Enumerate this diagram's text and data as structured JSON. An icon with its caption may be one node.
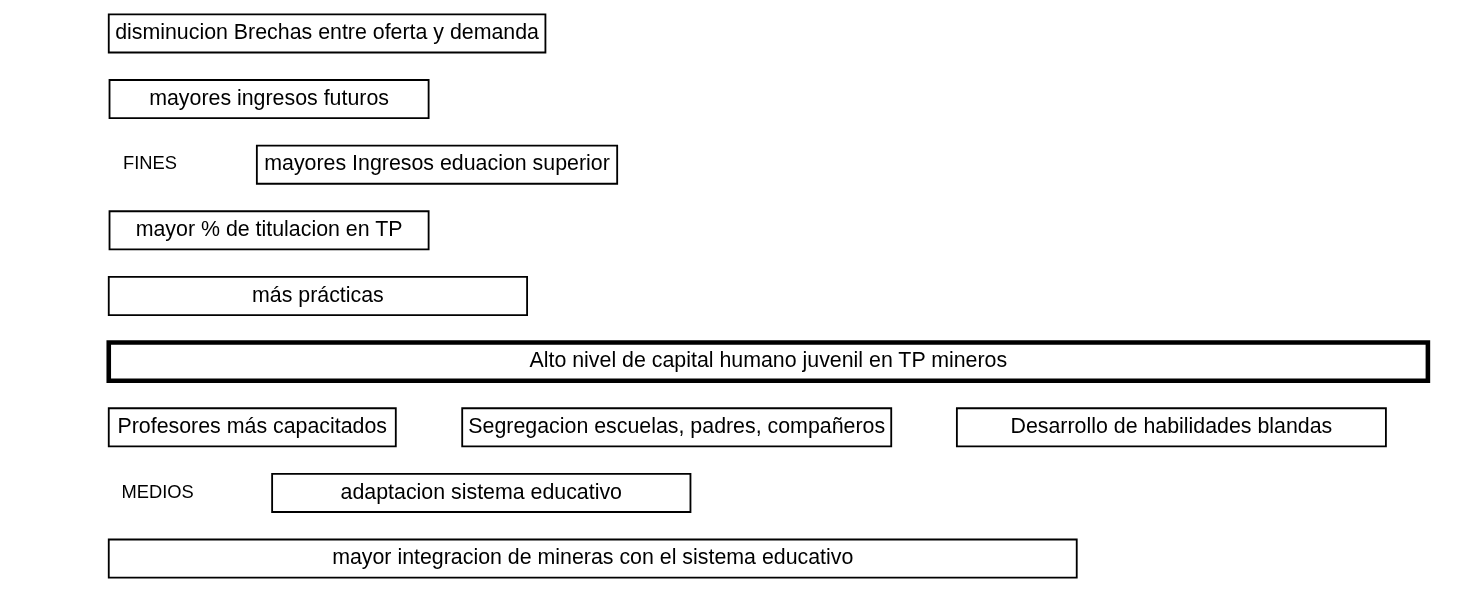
{
  "diagram": {
    "nodes": [
      {
        "text": [
          "disminucion Brechas entre oferta y demanda"
        ]
      },
      {
        "text": [
          "mayores ingresos futuros"
        ]
      },
      {
        "text": [
          "mayores Ingresos eduacion superior"
        ]
      },
      {
        "text": [
          "mayor % de titulacion en TP"
        ]
      },
      {
        "text": [
          "más prácticas"
        ]
      },
      {
        "text": [
          "Alto nivel de capital humano juvenil en TP mineros"
        ]
      },
      {
        "text": [
          "Profesores más capacitados"
        ]
      },
      {
        "text": [
          "Segregacion escuelas, padres, compañeros"
        ]
      },
      {
        "text": [
          "Desarrollo de habilidades blandas"
        ]
      },
      {
        "text": [
          "adaptacion sistema educativo"
        ]
      },
      {
        "text": [
          "mayor integracion de mineras con el sistema educativo"
        ]
      }
    ],
    "edges": [],
    "labels": [
      "FINES",
      "MEDIOS"
    ]
  }
}
